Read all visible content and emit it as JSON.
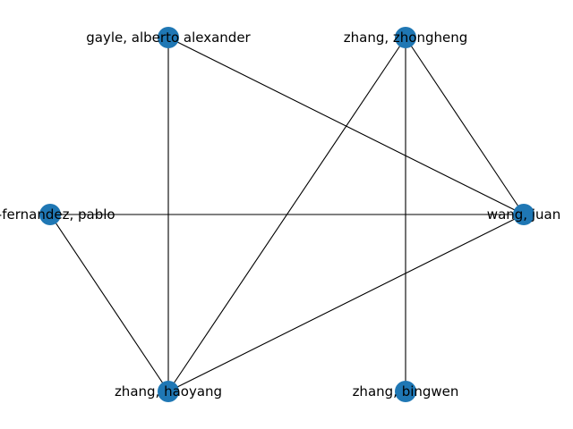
{
  "graph": {
    "node_color": "#1f77b4",
    "edge_color": "#000000",
    "nodes": [
      {
        "id": "gayle",
        "label": "gayle, alberto alexander"
      },
      {
        "id": "zhongheng",
        "label": "zhang, zhongheng"
      },
      {
        "id": "pablo",
        "label": "al-fernandez, pablo"
      },
      {
        "id": "juan",
        "label": "wang, juan"
      },
      {
        "id": "haoyang",
        "label": "zhang, haoyang"
      },
      {
        "id": "bingwen",
        "label": "zhang, bingwen"
      }
    ],
    "edges": [
      {
        "source": "gayle",
        "target": "haoyang"
      },
      {
        "source": "gayle",
        "target": "juan"
      },
      {
        "source": "zhongheng",
        "target": "haoyang"
      },
      {
        "source": "zhongheng",
        "target": "juan"
      },
      {
        "source": "zhongheng",
        "target": "bingwen"
      },
      {
        "source": "pablo",
        "target": "juan"
      },
      {
        "source": "pablo",
        "target": "haoyang"
      },
      {
        "source": "juan",
        "target": "haoyang"
      }
    ]
  }
}
